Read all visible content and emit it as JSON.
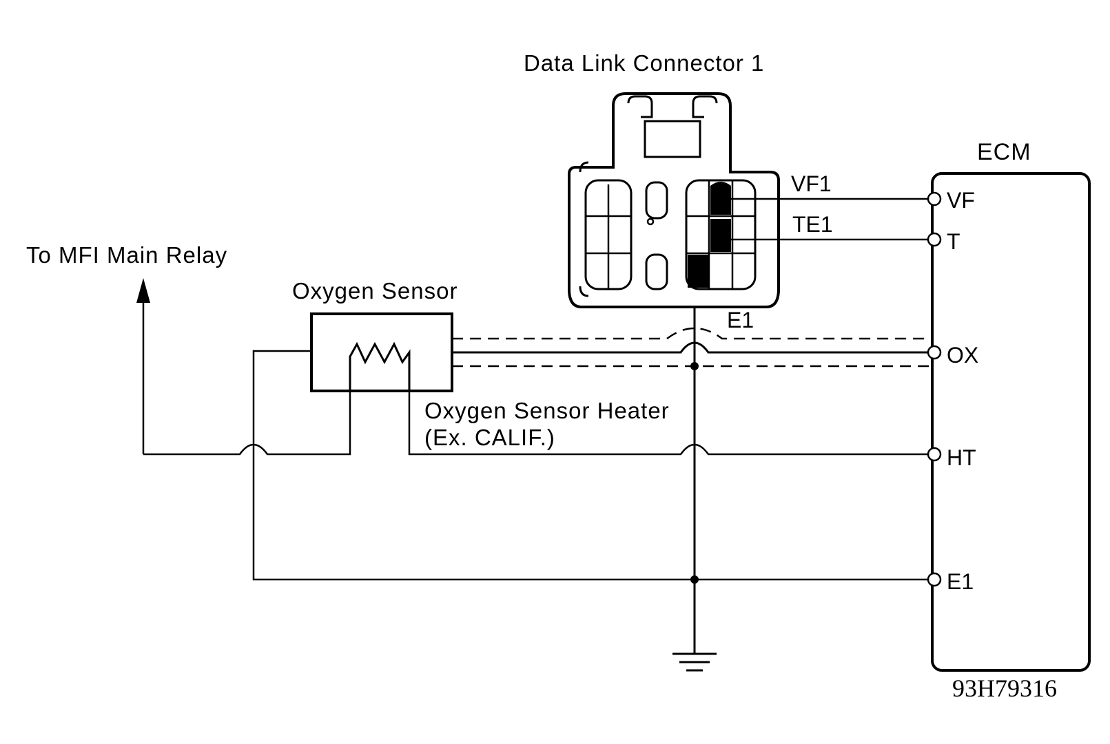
{
  "labels": {
    "dlc": "Data Link Connector 1",
    "ecm": "ECM",
    "relay": "To MFI Main Relay",
    "oxygen_sensor": "Oxygen Sensor",
    "heater_line1": "Oxygen Sensor Heater",
    "heater_line2": "(Ex. CALIF.)",
    "vf1": "VF1",
    "te1": "TE1",
    "e1_dlc": "E1",
    "figure_code": "93H79316"
  },
  "ecm_pins": {
    "vf": "VF",
    "t": "T",
    "ox": "OX",
    "ht": "HT",
    "e1": "E1"
  }
}
